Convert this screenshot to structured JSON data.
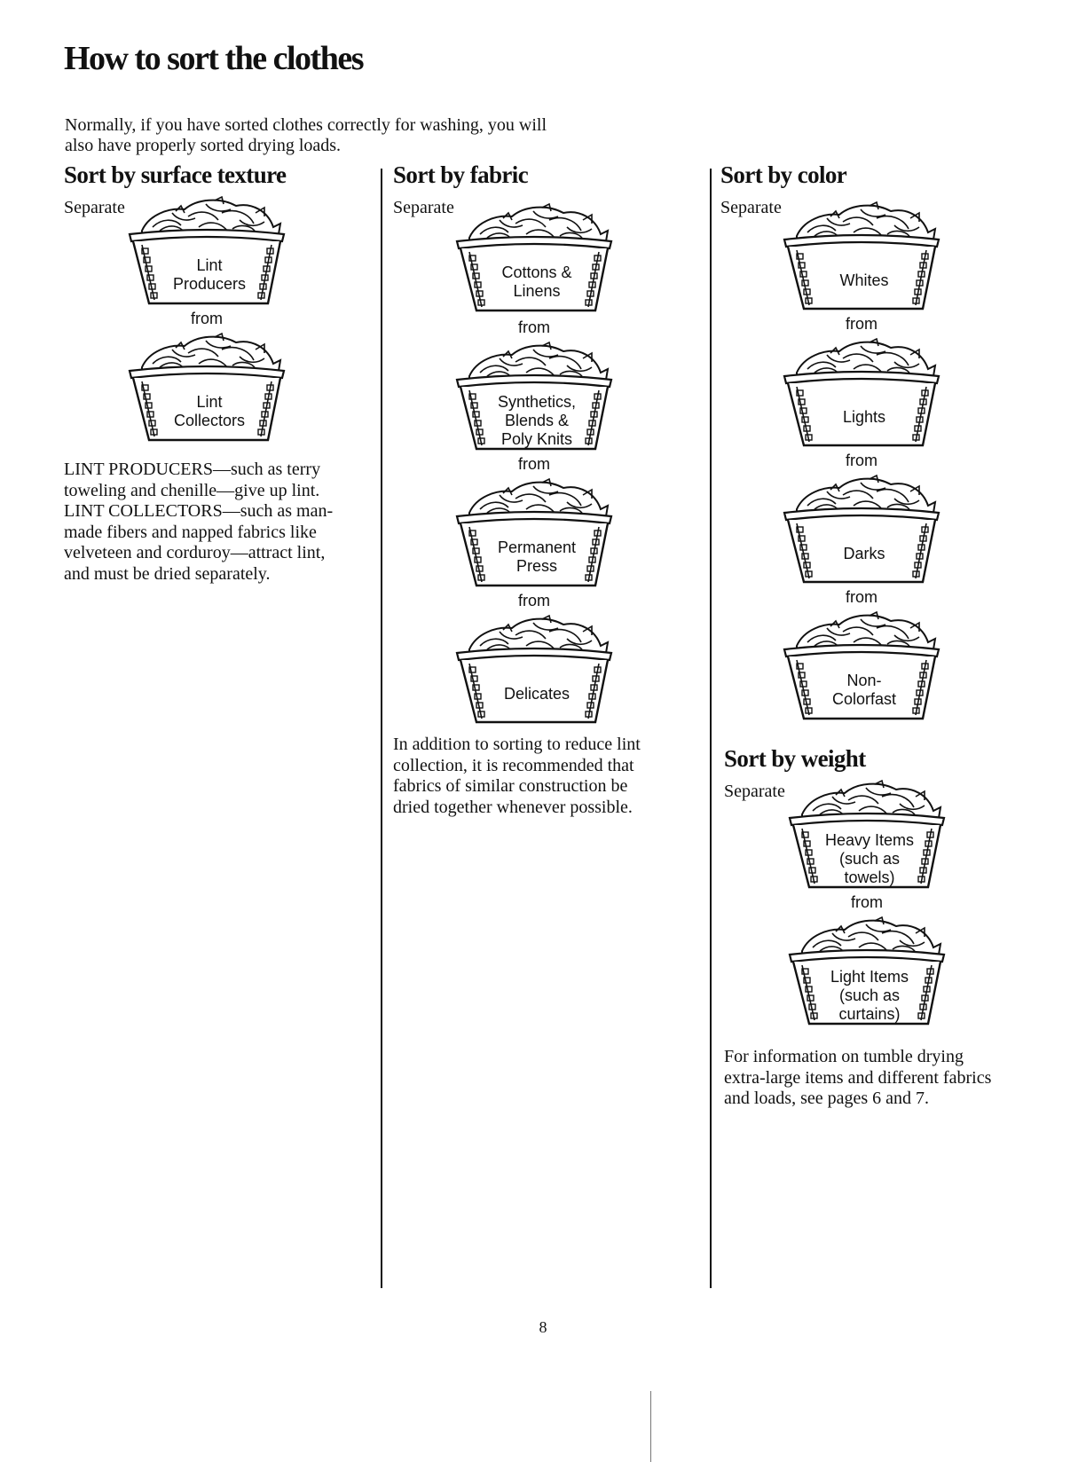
{
  "page": {
    "title": "How to sort the clothes",
    "intro": "Normally, if you have sorted clothes correctly for washing, you will also have properly sorted drying loads.",
    "page_number": "8"
  },
  "surface_texture": {
    "heading": "Sort by surface texture",
    "separate": "Separate",
    "basket_1": "Lint\nProducers",
    "from_1": "from",
    "basket_2": "Lint\nCollectors",
    "paragraph": "LINT PRODUCERS—such as terry toweling and chenille—give up lint. LINT COLLECTORS—such as man-made fibers and napped fabrics like velveteen and corduroy—attract lint, and must be dried separately."
  },
  "fabric": {
    "heading": "Sort by fabric",
    "separate": "Separate",
    "basket_1": "Cottons &\nLinens",
    "from_1": "from",
    "basket_2": "Synthetics,\nBlends &\nPoly Knits",
    "from_2": "from",
    "basket_3": "Permanent\nPress",
    "from_3": "from",
    "basket_4": "Delicates",
    "paragraph": "In addition to sorting to reduce lint collection, it is recommended that fabrics of similar construction be dried together whenever possible."
  },
  "color": {
    "heading": "Sort by color",
    "separate": "Separate",
    "basket_1": "Whites",
    "from_1": "from",
    "basket_2": "Lights",
    "from_2": "from",
    "basket_3": "Darks",
    "from_3": "from",
    "basket_4": "Non-\nColorfast"
  },
  "weight": {
    "heading": "Sort by weight",
    "separate": "Separate",
    "basket_1": "Heavy Items\n(such as\ntowels)",
    "from_1": "from",
    "basket_2": "Light Items\n(such as\ncurtains)",
    "paragraph": "For information on tumble drying extra-large items and different fabrics and loads, see pages 6 and 7."
  }
}
